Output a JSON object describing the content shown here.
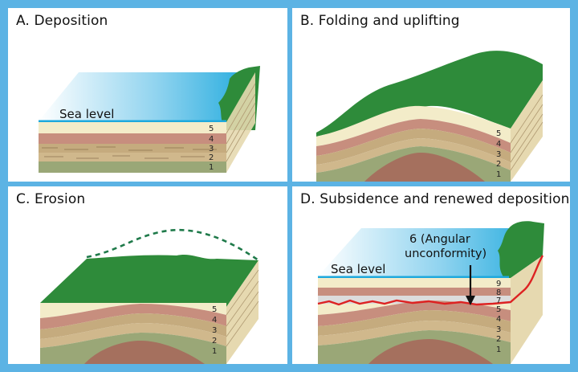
{
  "panels": {
    "a": {
      "title": "A. Deposition",
      "sea_label": "Sea level",
      "layers": [
        "5",
        "4",
        "3",
        "2",
        "1"
      ]
    },
    "b": {
      "title": "B. Folding and uplifting",
      "layers": [
        "5",
        "4",
        "3",
        "2",
        "1"
      ]
    },
    "c": {
      "title": "C. Erosion",
      "layers": [
        "5",
        "4",
        "3",
        "2",
        "1"
      ]
    },
    "d": {
      "title": "D. Subsidence and renewed deposition",
      "sea_label": "Sea level",
      "annotation_line1": "6 (Angular",
      "annotation_line2": "unconformity)",
      "layers": [
        "9",
        "8",
        "7",
        "5",
        "4",
        "3",
        "2",
        "1"
      ]
    }
  },
  "colors": {
    "background": "#5cb3e4",
    "land": "#2e8b3a",
    "water": "#1ea9dd",
    "cream": "#f3ecc9",
    "pink": "#c78e7e",
    "tan": "#c5ab7e",
    "olive": "#9aa777",
    "brown": "#a5705e",
    "unconformity": "#dd2222"
  }
}
